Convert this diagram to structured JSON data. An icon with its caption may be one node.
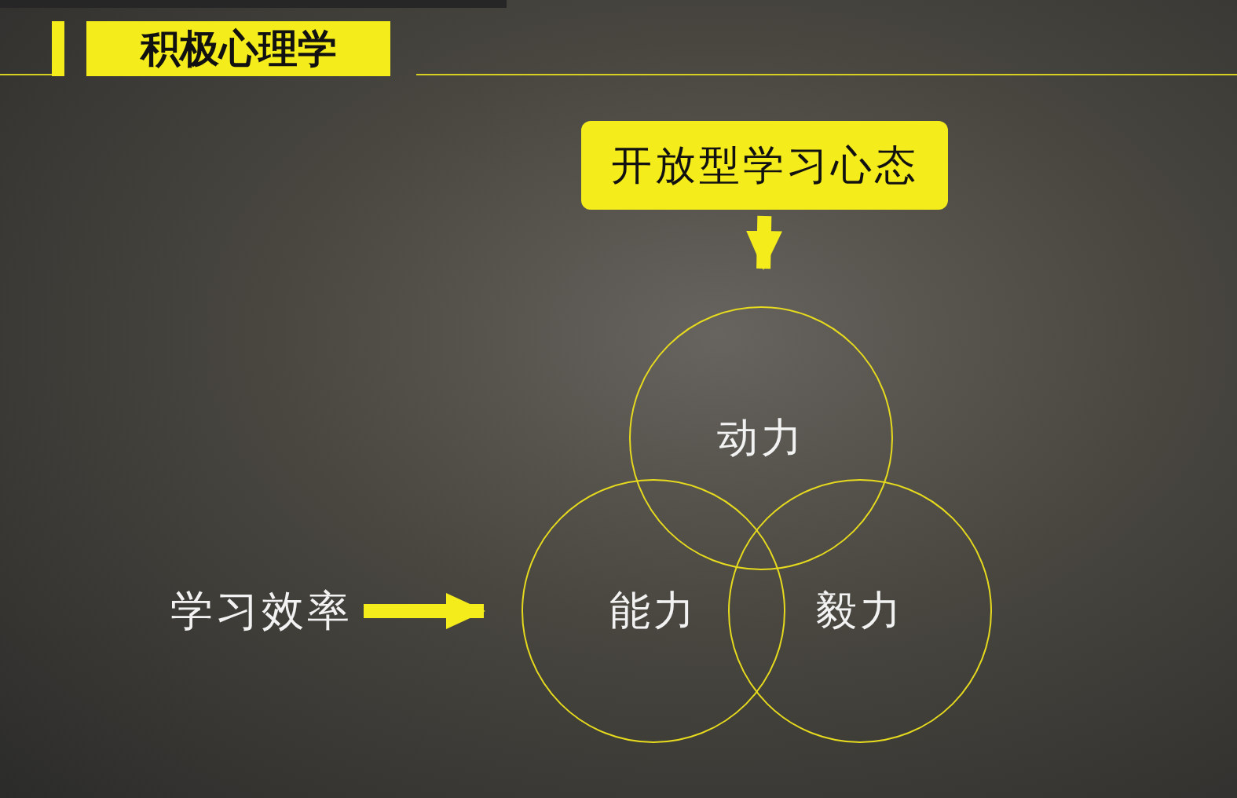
{
  "diagram": {
    "title": "积极心理学",
    "nodes": [
      {
        "text": [
          "开放型学习心态"
        ]
      },
      {
        "text": [
          "动力"
        ]
      },
      {
        "text": [
          "能力"
        ]
      },
      {
        "text": [
          "毅力"
        ]
      },
      {
        "text": [
          "学习效率"
        ]
      }
    ],
    "edges": [
      {
        "from": 0,
        "to": 1,
        "arrow": "to"
      },
      {
        "from": 4,
        "to": 2,
        "arrow": "to"
      }
    ]
  }
}
